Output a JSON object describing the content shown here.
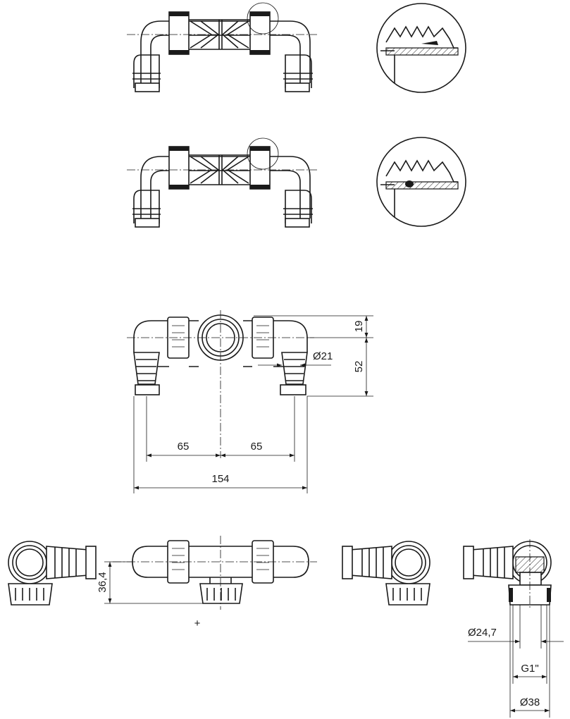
{
  "dimensions": {
    "height_top": "19",
    "height_total": "52",
    "pipe_diameter": "Ø21",
    "spacing_left": "65",
    "spacing_right": "65",
    "overall_width": "154",
    "side_height": "36,4",
    "nozzle_inner_diameter": "Ø24,7",
    "thread": "G1\"",
    "nut_diameter": "Ø38"
  },
  "colors": {
    "line": "#1a1a1a",
    "background": "#ffffff"
  }
}
